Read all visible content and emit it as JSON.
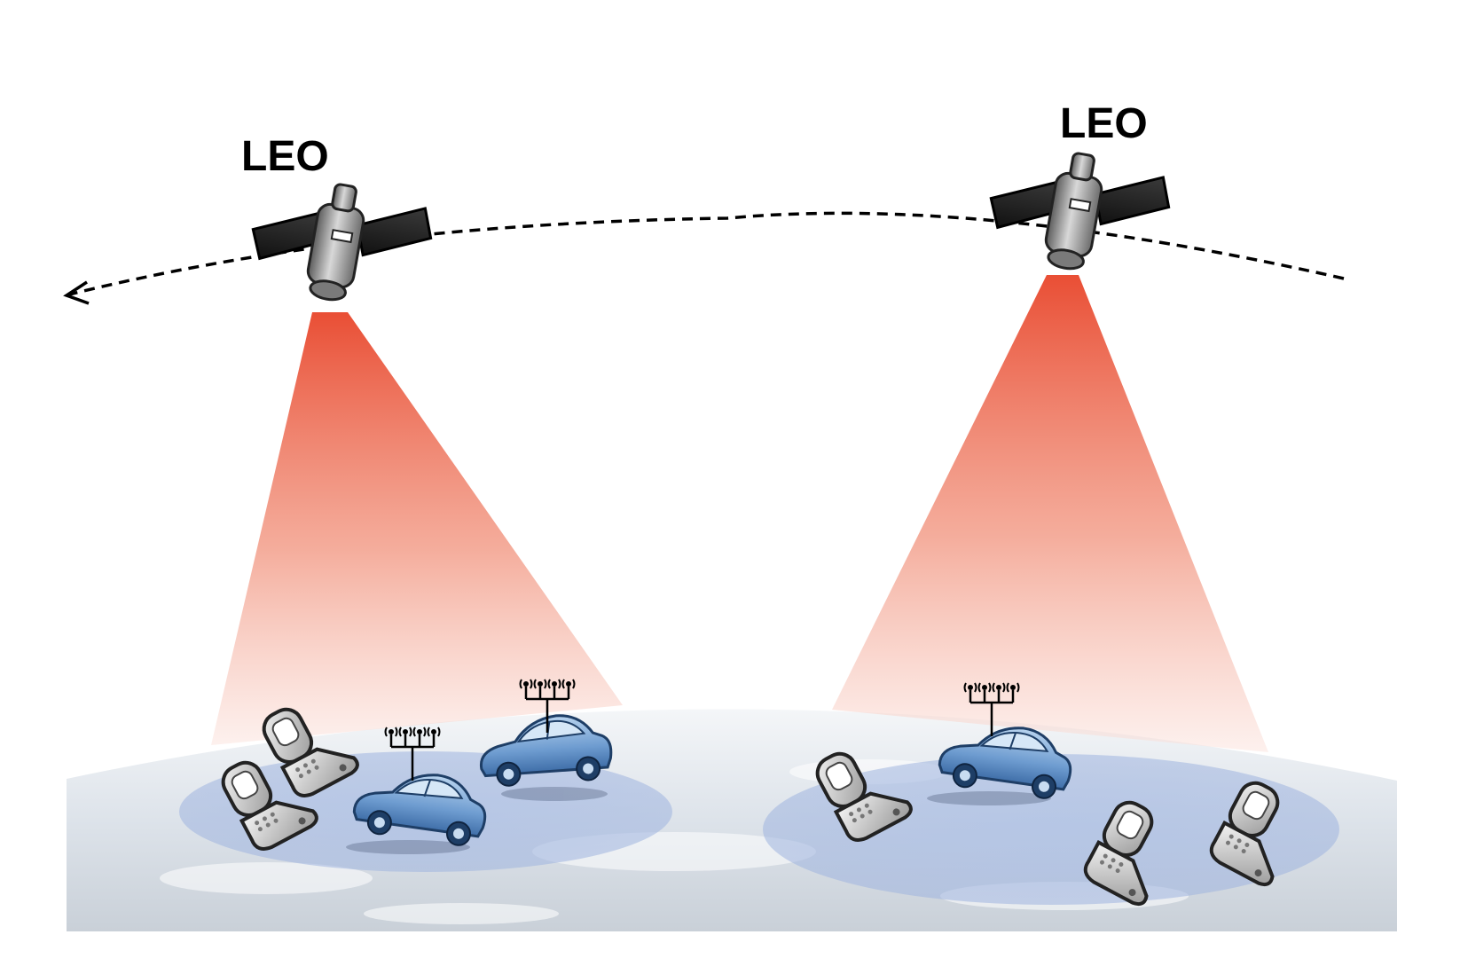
{
  "satellites": [
    {
      "label": "LEO"
    },
    {
      "label": "LEO"
    }
  ],
  "icons": {
    "satellite": "satellite-icon",
    "phone": "flip-phone-icon",
    "car": "connected-car-icon",
    "antenna": "antenna-array-icon",
    "earth": "earth-surface"
  },
  "colors": {
    "beam": "#e8452a",
    "footprint": "#9fb4df",
    "car_body": "#7fa8d6",
    "phone_body": "#c9c9c9",
    "orbit": "#000000"
  }
}
